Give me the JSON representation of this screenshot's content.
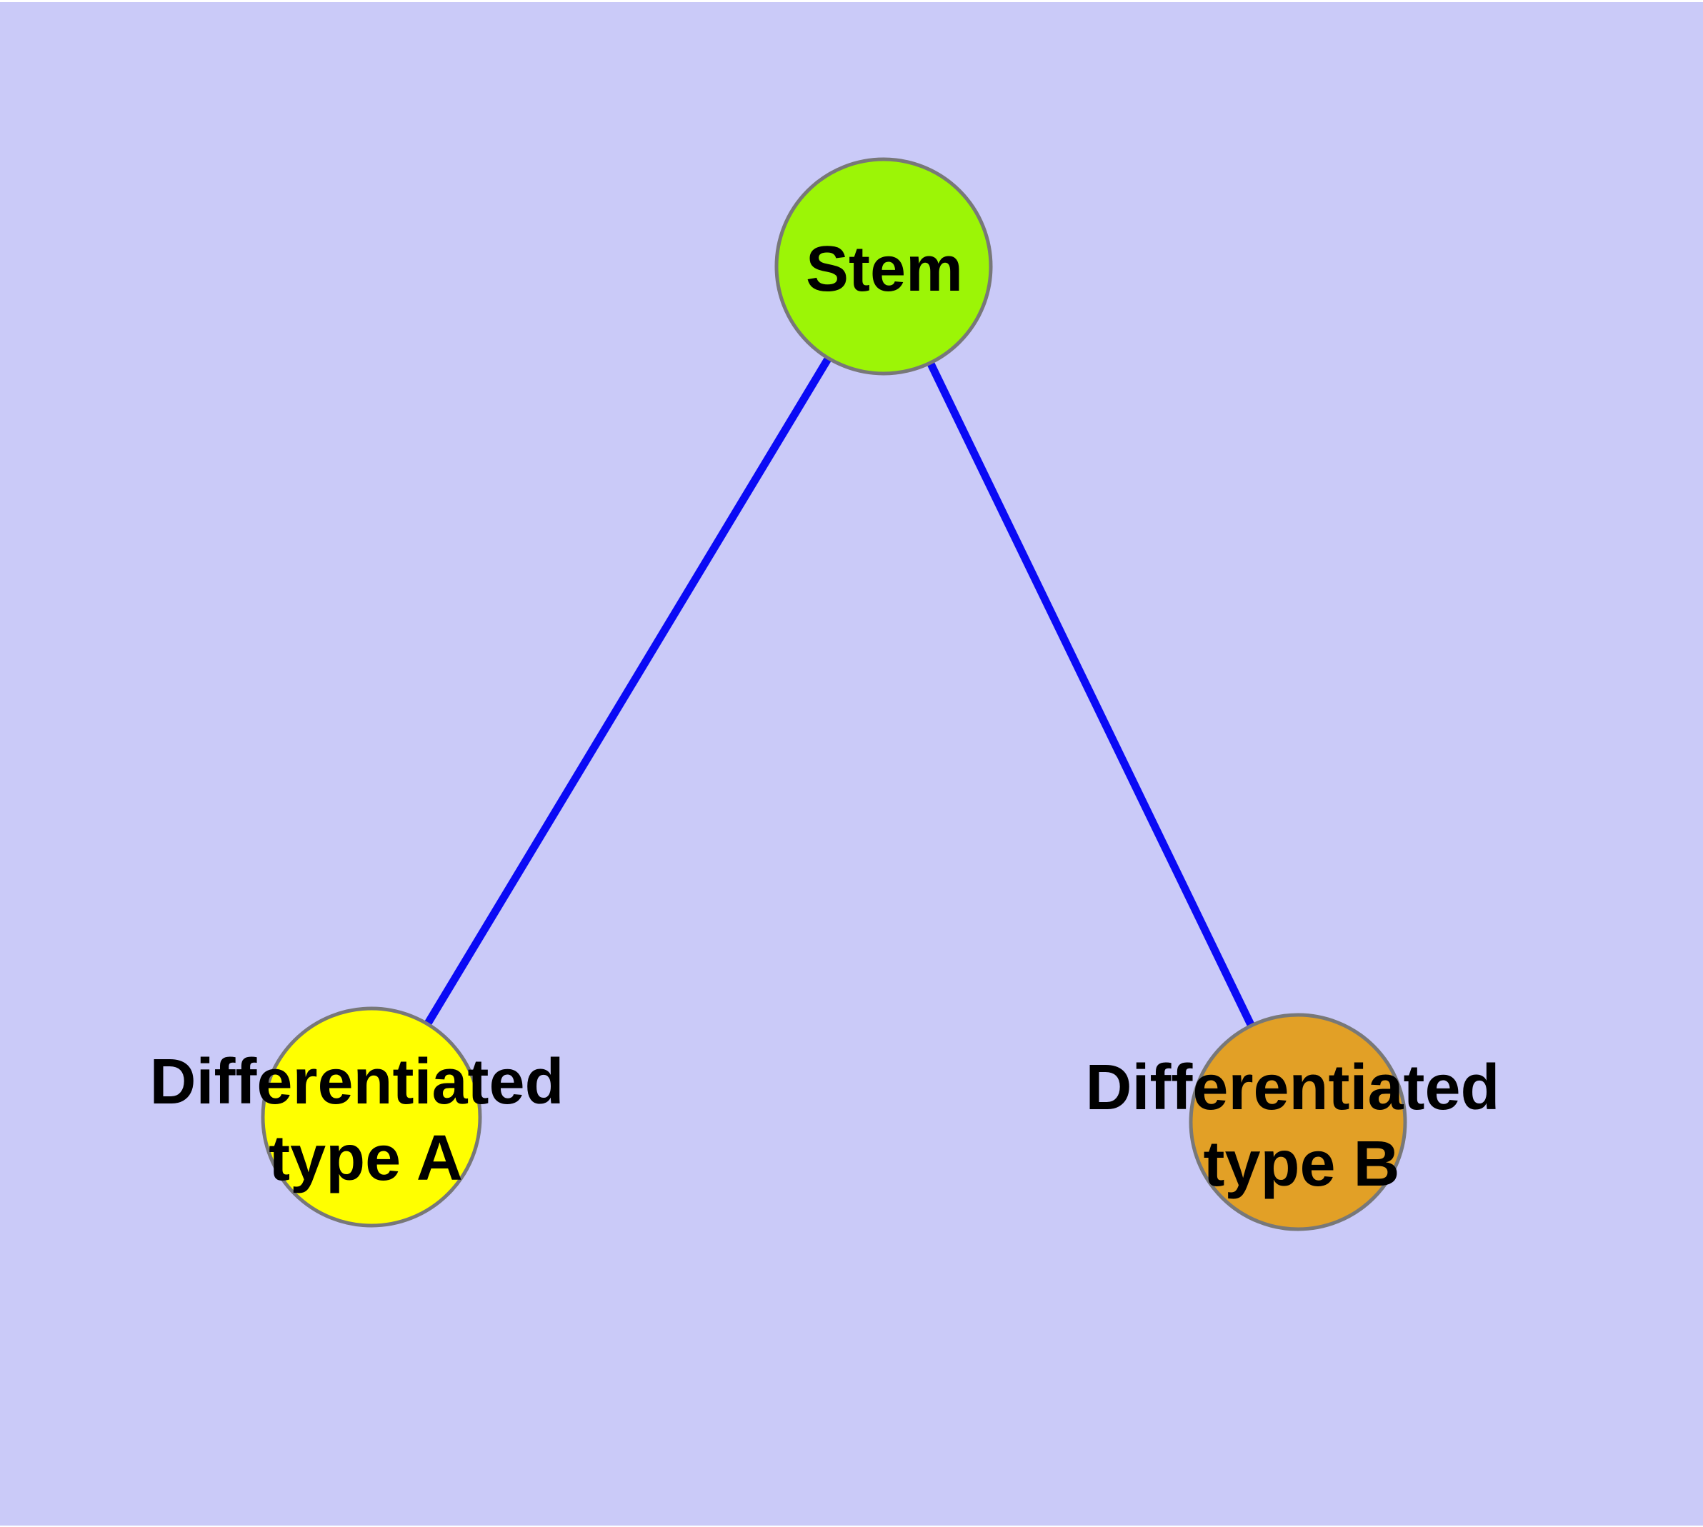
{
  "figure": {
    "background_color": "#cacaf8",
    "margin_color": "#ffffff",
    "node_border_color": "#787878",
    "label_color": "#000000"
  },
  "nodes": [
    {
      "id": "stem",
      "label": "Stem",
      "fill": "#9cf506"
    },
    {
      "id": "differentiated-type-a",
      "label_line1": "Differentiated",
      "label_line2": "type A",
      "fill": "#ffff00"
    },
    {
      "id": "differentiated-type-b",
      "label_line1": "Differentiated",
      "label_line2": "type B",
      "fill": "#e2a026"
    }
  ],
  "edges": [
    {
      "from": "stem",
      "to": "differentiated-type-a",
      "color": "#0a0af5"
    },
    {
      "from": "stem",
      "to": "differentiated-type-b",
      "color": "#0a0af5"
    }
  ]
}
